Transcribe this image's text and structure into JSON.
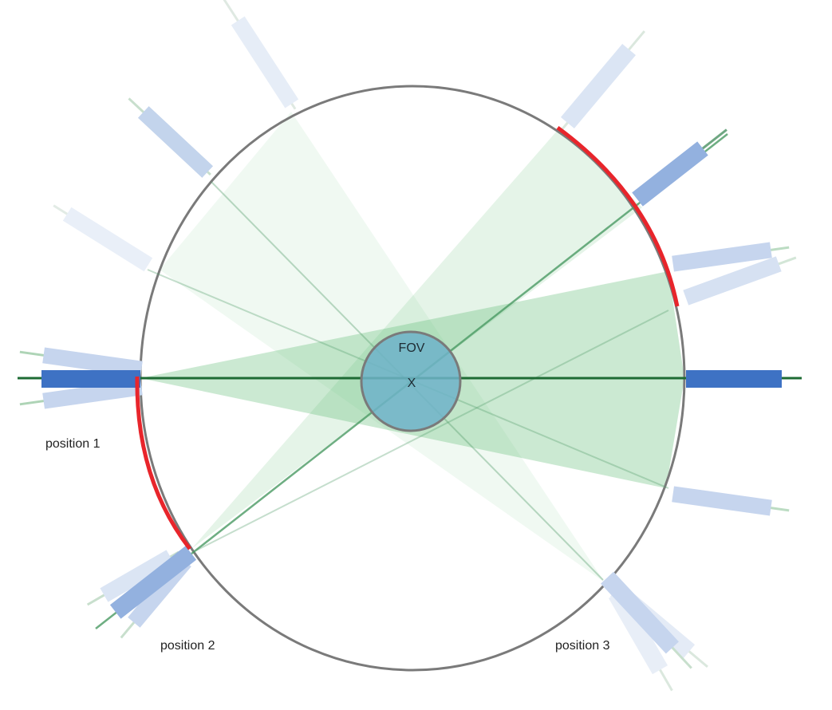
{
  "labels": {
    "fov": "FOV",
    "center_mark": "X",
    "position_1": "position 1",
    "position_2": "position 2",
    "position_3": "position 3"
  },
  "colors": {
    "gantry_ring": "#7a7a7a",
    "fan_beam": "#5cbb73",
    "central_ray": "#1e6b34",
    "fov_circle": "#6fb3c9",
    "source_solid": "#3e72c4",
    "source_medium": "#93b1df",
    "source_light": "#c6d5ee",
    "detector_arc": "#e8252b"
  },
  "icons": {
    "sources": "rectangular-x-ray-tube-shape",
    "detectors": "red-detector-arc"
  }
}
